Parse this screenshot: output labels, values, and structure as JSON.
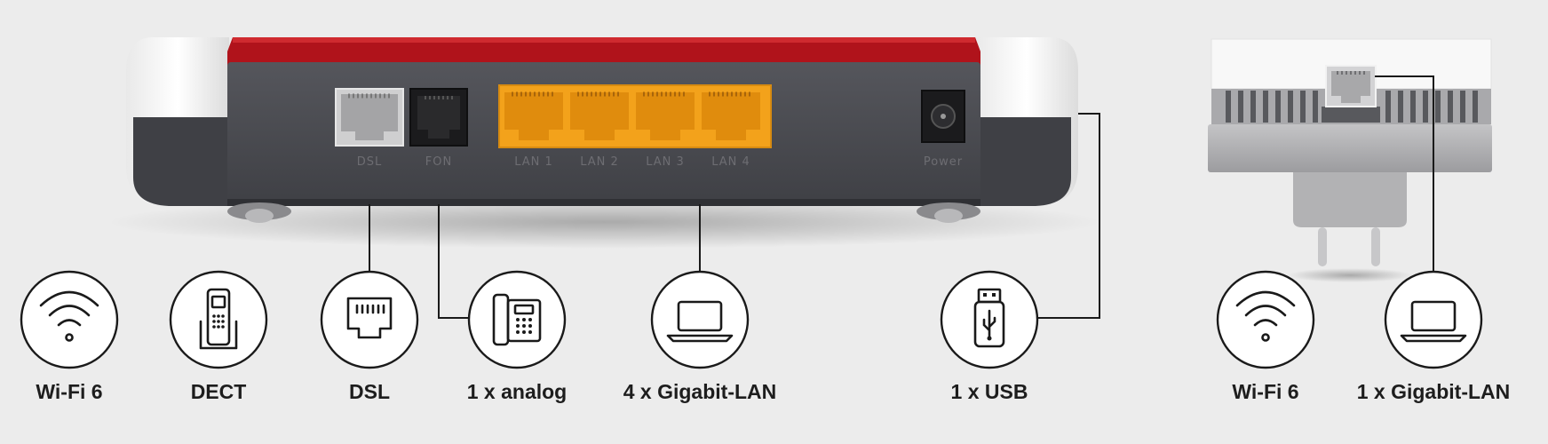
{
  "router": {
    "port_labels": {
      "dsl": "DSL",
      "fon": "FON",
      "lan1": "LAN 1",
      "lan2": "LAN 2",
      "lan3": "LAN 3",
      "lan4": "LAN 4",
      "power": "Power"
    }
  },
  "features": [
    {
      "icon": "wifi-icon",
      "label": "Wi-Fi 6"
    },
    {
      "icon": "dect-phone-icon",
      "label": "DECT"
    },
    {
      "icon": "dsl-port-icon",
      "label": "DSL"
    },
    {
      "icon": "analog-phone-icon",
      "label": "1 x analog"
    },
    {
      "icon": "laptop-icon",
      "label": "4 x Gigabit-LAN"
    },
    {
      "icon": "usb-stick-icon",
      "label": "1 x USB"
    }
  ],
  "repeater_features": [
    {
      "icon": "wifi-icon",
      "label": "Wi-Fi 6"
    },
    {
      "icon": "laptop-icon",
      "label": "1 x Gigabit-LAN"
    }
  ],
  "colors": {
    "background": "#ececec",
    "router_red": "#b0131b",
    "router_body": "#4b4c52",
    "lan_port": "#f3a21b",
    "dsl_port": "#c9c9c9",
    "white_shell": "#f7f7f7"
  }
}
